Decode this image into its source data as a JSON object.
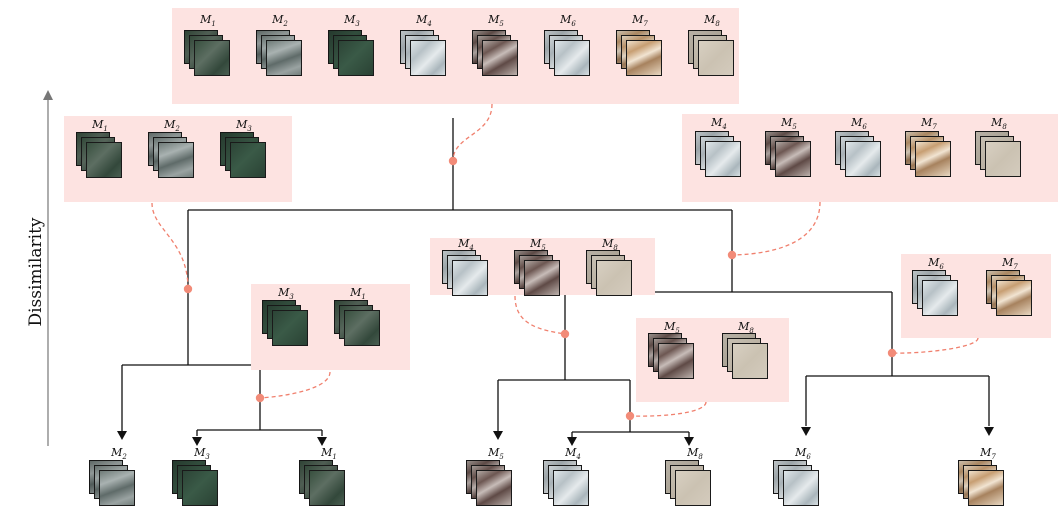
{
  "axis": {
    "label": "Dissimilarity"
  },
  "colors": {
    "panel": "#fde3e1",
    "connector": "#f0806e",
    "node": "#f28b78",
    "line": "#111111",
    "green": "#2f4a3a",
    "gray_marble": "#9ea6a8",
    "white_marble": "#c9d2d6",
    "brown_marble": "#8a7f7c",
    "beige_marble": "#d9c2a4",
    "cream": "#cfc6b7"
  },
  "panels": [
    {
      "id": "root",
      "items": [
        {
          "label": "M",
          "sub": "1",
          "tex": "gray_green"
        },
        {
          "label": "M",
          "sub": "2",
          "tex": "gray_marble"
        },
        {
          "label": "M",
          "sub": "3",
          "tex": "green"
        },
        {
          "label": "M",
          "sub": "4",
          "tex": "white_marble"
        },
        {
          "label": "M",
          "sub": "5",
          "tex": "brown_marble"
        },
        {
          "label": "M",
          "sub": "6",
          "tex": "white_marble"
        },
        {
          "label": "M",
          "sub": "7",
          "tex": "beige_marble"
        },
        {
          "label": "M",
          "sub": "8",
          "tex": "cream"
        }
      ]
    },
    {
      "id": "left",
      "items": [
        {
          "label": "M",
          "sub": "1",
          "tex": "gray_green"
        },
        {
          "label": "M",
          "sub": "2",
          "tex": "gray_marble"
        },
        {
          "label": "M",
          "sub": "3",
          "tex": "green"
        }
      ]
    },
    {
      "id": "right",
      "items": [
        {
          "label": "M",
          "sub": "4",
          "tex": "white_marble"
        },
        {
          "label": "M",
          "sub": "5",
          "tex": "brown_marble"
        },
        {
          "label": "M",
          "sub": "6",
          "tex": "white_marble"
        },
        {
          "label": "M",
          "sub": "7",
          "tex": "beige_marble"
        },
        {
          "label": "M",
          "sub": "8",
          "tex": "cream"
        }
      ]
    },
    {
      "id": "mid",
      "items": [
        {
          "label": "M",
          "sub": "4",
          "tex": "white_marble"
        },
        {
          "label": "M",
          "sub": "5",
          "tex": "brown_marble"
        },
        {
          "label": "M",
          "sub": "8",
          "tex": "cream"
        }
      ]
    },
    {
      "id": "left2",
      "items": [
        {
          "label": "M",
          "sub": "3",
          "tex": "green"
        },
        {
          "label": "M",
          "sub": "1",
          "tex": "gray_green"
        }
      ]
    },
    {
      "id": "m58",
      "items": [
        {
          "label": "M",
          "sub": "5",
          "tex": "brown_marble"
        },
        {
          "label": "M",
          "sub": "8",
          "tex": "cream"
        }
      ]
    },
    {
      "id": "m67",
      "items": [
        {
          "label": "M",
          "sub": "6",
          "tex": "white_marble"
        },
        {
          "label": "M",
          "sub": "7",
          "tex": "beige_marble"
        }
      ]
    }
  ],
  "leaves": [
    {
      "label": "M",
      "sub": "2",
      "tex": "gray_marble"
    },
    {
      "label": "M",
      "sub": "3",
      "tex": "green"
    },
    {
      "label": "M",
      "sub": "1",
      "tex": "gray_green"
    },
    {
      "label": "M",
      "sub": "5",
      "tex": "brown_marble"
    },
    {
      "label": "M",
      "sub": "4",
      "tex": "white_marble"
    },
    {
      "label": "M",
      "sub": "8",
      "tex": "cream"
    },
    {
      "label": "M",
      "sub": "6",
      "tex": "white_marble"
    },
    {
      "label": "M",
      "sub": "7",
      "tex": "beige_marble"
    }
  ]
}
